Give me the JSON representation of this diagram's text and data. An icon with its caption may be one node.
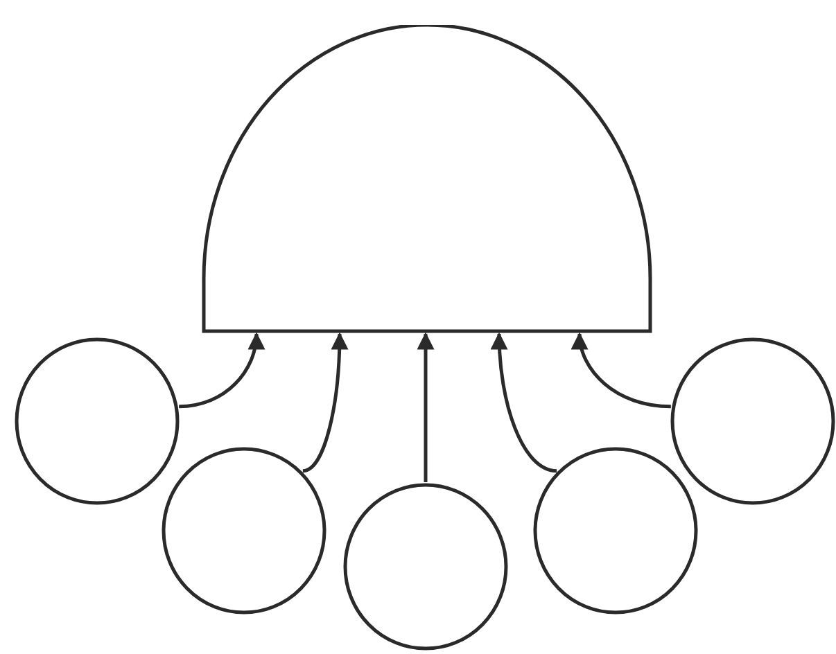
{
  "diagram": {
    "nodes": [
      {
        "text": [],
        "shape": "semicircle"
      },
      {
        "text": [],
        "shape": "circle"
      },
      {
        "text": [],
        "shape": "circle"
      },
      {
        "text": [],
        "shape": "circle"
      },
      {
        "text": [],
        "shape": "circle"
      },
      {
        "text": [],
        "shape": "circle"
      }
    ],
    "edges": [
      {
        "from": 1,
        "to": 0,
        "arrow": "to"
      },
      {
        "from": 2,
        "to": 0,
        "arrow": "to"
      },
      {
        "from": 3,
        "to": 0,
        "arrow": "to"
      },
      {
        "from": 4,
        "to": 0,
        "arrow": "to"
      },
      {
        "from": 5,
        "to": 0,
        "arrow": "to"
      }
    ]
  }
}
